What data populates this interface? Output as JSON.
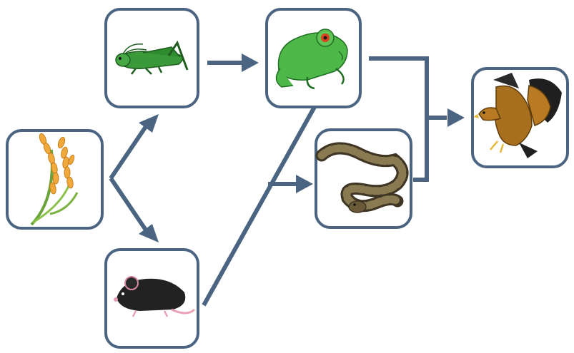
{
  "diagram": {
    "type": "food-web",
    "colors": {
      "outline": "#4a6482",
      "card_fill": "#ffffff"
    },
    "organisms": [
      {
        "id": "rice",
        "icon": "rice-plant-icon"
      },
      {
        "id": "grasshopper",
        "icon": "grasshopper-icon"
      },
      {
        "id": "mouse",
        "icon": "mouse-icon"
      },
      {
        "id": "frog",
        "icon": "frog-icon"
      },
      {
        "id": "snake",
        "icon": "snake-icon"
      },
      {
        "id": "eagle",
        "icon": "eagle-icon"
      }
    ],
    "links": [
      {
        "from": "rice",
        "to": "grasshopper"
      },
      {
        "from": "rice",
        "to": "mouse"
      },
      {
        "from": "grasshopper",
        "to": "frog"
      },
      {
        "from": "mouse",
        "to": "snake"
      },
      {
        "from": "frog",
        "to": "eagle"
      },
      {
        "from": "snake",
        "to": "eagle"
      }
    ]
  }
}
